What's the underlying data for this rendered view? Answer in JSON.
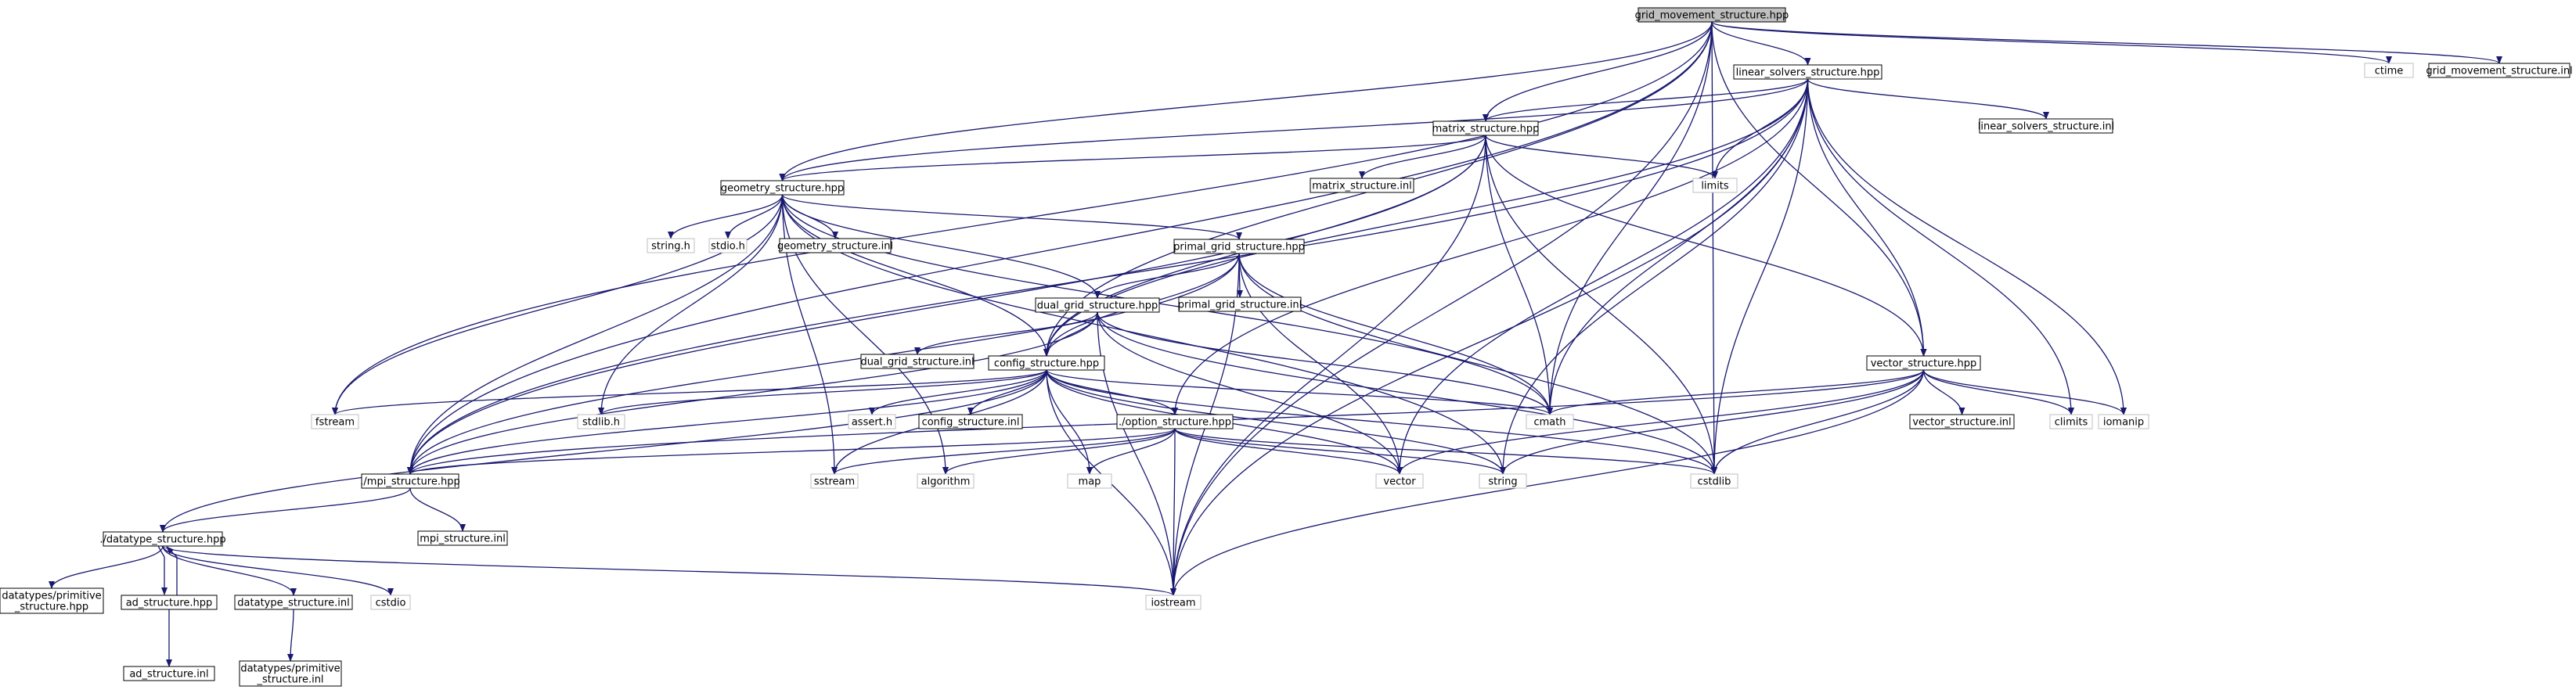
{
  "colors": {
    "edge": "#191970",
    "node_border": "#000000",
    "node_gray_border": "#bfbfbf",
    "root_fill": "#bfbfbf",
    "node_fill": "#ffffff",
    "text": "#000000"
  },
  "nodes": [
    {
      "id": "root",
      "lines": [
        "grid_movement_structure.hpp"
      ],
      "style": "root"
    },
    {
      "id": "ctime",
      "lines": [
        "ctime"
      ],
      "style": "gray"
    },
    {
      "id": "grid_inl",
      "lines": [
        "grid_movement_structure.inl"
      ],
      "style": "box"
    },
    {
      "id": "lin",
      "lines": [
        "linear_solvers_structure.hpp"
      ],
      "style": "box"
    },
    {
      "id": "lin_inl",
      "lines": [
        "linear_solvers_structure.inl"
      ],
      "style": "box"
    },
    {
      "id": "matrix",
      "lines": [
        "matrix_structure.hpp"
      ],
      "style": "box"
    },
    {
      "id": "matrix_inl",
      "lines": [
        "matrix_structure.inl"
      ],
      "style": "box"
    },
    {
      "id": "limits",
      "lines": [
        "limits"
      ],
      "style": "gray"
    },
    {
      "id": "geom",
      "lines": [
        "geometry_structure.hpp"
      ],
      "style": "box"
    },
    {
      "id": "stringh",
      "lines": [
        "string.h"
      ],
      "style": "gray"
    },
    {
      "id": "stdioh",
      "lines": [
        "stdio.h"
      ],
      "style": "gray"
    },
    {
      "id": "geom_inl",
      "lines": [
        "geometry_structure.inl"
      ],
      "style": "box"
    },
    {
      "id": "primal",
      "lines": [
        "primal_grid_structure.hpp"
      ],
      "style": "box"
    },
    {
      "id": "primal_inl",
      "lines": [
        "primal_grid_structure.inl"
      ],
      "style": "box"
    },
    {
      "id": "dual",
      "lines": [
        "dual_grid_structure.hpp"
      ],
      "style": "box"
    },
    {
      "id": "dual_inl",
      "lines": [
        "dual_grid_structure.inl"
      ],
      "style": "box"
    },
    {
      "id": "config",
      "lines": [
        "config_structure.hpp"
      ],
      "style": "box"
    },
    {
      "id": "vecs",
      "lines": [
        "vector_structure.hpp"
      ],
      "style": "box"
    },
    {
      "id": "vecs_inl",
      "lines": [
        "vector_structure.inl"
      ],
      "style": "box"
    },
    {
      "id": "climits",
      "lines": [
        "climits"
      ],
      "style": "gray"
    },
    {
      "id": "iomanip",
      "lines": [
        "iomanip"
      ],
      "style": "gray"
    },
    {
      "id": "fstream",
      "lines": [
        "fstream"
      ],
      "style": "gray"
    },
    {
      "id": "stdlibh",
      "lines": [
        "stdlib.h"
      ],
      "style": "gray"
    },
    {
      "id": "asserth",
      "lines": [
        "assert.h"
      ],
      "style": "gray"
    },
    {
      "id": "config_inl",
      "lines": [
        "config_structure.inl"
      ],
      "style": "box"
    },
    {
      "id": "cmath",
      "lines": [
        "cmath"
      ],
      "style": "gray"
    },
    {
      "id": "option",
      "lines": [
        "./option_structure.hpp"
      ],
      "style": "box"
    },
    {
      "id": "mpi",
      "lines": [
        "./mpi_structure.hpp"
      ],
      "style": "box"
    },
    {
      "id": "sstream",
      "lines": [
        "sstream"
      ],
      "style": "gray"
    },
    {
      "id": "algorithm",
      "lines": [
        "algorithm"
      ],
      "style": "gray"
    },
    {
      "id": "map",
      "lines": [
        "map"
      ],
      "style": "gray"
    },
    {
      "id": "vector",
      "lines": [
        "vector"
      ],
      "style": "gray"
    },
    {
      "id": "string",
      "lines": [
        "string"
      ],
      "style": "gray"
    },
    {
      "id": "cstdlib",
      "lines": [
        "cstdlib"
      ],
      "style": "gray"
    },
    {
      "id": "mpi_inl",
      "lines": [
        "mpi_structure.inl"
      ],
      "style": "box"
    },
    {
      "id": "dtype",
      "lines": [
        "./datatype_structure.hpp"
      ],
      "style": "box"
    },
    {
      "id": "prim_hpp",
      "lines": [
        "datatypes/primitive",
        "_structure.hpp"
      ],
      "style": "box"
    },
    {
      "id": "ad",
      "lines": [
        "ad_structure.hpp"
      ],
      "style": "box"
    },
    {
      "id": "dtype_inl",
      "lines": [
        "datatype_structure.inl"
      ],
      "style": "box"
    },
    {
      "id": "cstdio",
      "lines": [
        "cstdio"
      ],
      "style": "gray"
    },
    {
      "id": "iostream",
      "lines": [
        "iostream"
      ],
      "style": "gray"
    },
    {
      "id": "ad_inl",
      "lines": [
        "ad_structure.inl"
      ],
      "style": "box"
    },
    {
      "id": "prim_inl",
      "lines": [
        "datatypes/primitive",
        "_structure.inl"
      ],
      "style": "box"
    }
  ],
  "edges": [
    [
      "root",
      "ctime"
    ],
    [
      "root",
      "grid_inl"
    ],
    [
      "root",
      "lin"
    ],
    [
      "root",
      "matrix"
    ],
    [
      "root",
      "geom"
    ],
    [
      "root",
      "config"
    ],
    [
      "root",
      "vecs"
    ],
    [
      "root",
      "fstream"
    ],
    [
      "root",
      "mpi"
    ],
    [
      "root",
      "cmath"
    ],
    [
      "root",
      "cstdlib"
    ],
    [
      "root",
      "iostream"
    ],
    [
      "lin",
      "lin_inl"
    ],
    [
      "lin",
      "matrix"
    ],
    [
      "lin",
      "geom"
    ],
    [
      "lin",
      "config"
    ],
    [
      "lin",
      "vecs"
    ],
    [
      "lin",
      "mpi"
    ],
    [
      "lin",
      "limits"
    ],
    [
      "lin",
      "climits"
    ],
    [
      "lin",
      "iomanip"
    ],
    [
      "lin",
      "cmath"
    ],
    [
      "lin",
      "vector"
    ],
    [
      "lin",
      "string"
    ],
    [
      "lin",
      "cstdlib"
    ],
    [
      "lin",
      "iostream"
    ],
    [
      "lin",
      "option"
    ],
    [
      "matrix",
      "matrix_inl"
    ],
    [
      "matrix",
      "geom"
    ],
    [
      "matrix",
      "config"
    ],
    [
      "matrix",
      "vecs"
    ],
    [
      "matrix",
      "mpi"
    ],
    [
      "matrix",
      "limits"
    ],
    [
      "matrix",
      "cmath"
    ],
    [
      "matrix",
      "cstdlib"
    ],
    [
      "matrix",
      "iostream"
    ],
    [
      "geom",
      "stringh"
    ],
    [
      "geom",
      "stdioh"
    ],
    [
      "geom",
      "geom_inl"
    ],
    [
      "geom",
      "primal"
    ],
    [
      "geom",
      "dual"
    ],
    [
      "geom",
      "config"
    ],
    [
      "geom",
      "fstream"
    ],
    [
      "geom",
      "stdlibh"
    ],
    [
      "geom",
      "mpi"
    ],
    [
      "geom",
      "sstream"
    ],
    [
      "geom",
      "algorithm"
    ],
    [
      "geom",
      "cmath"
    ],
    [
      "geom",
      "string"
    ],
    [
      "primal",
      "primal_inl"
    ],
    [
      "primal",
      "dual"
    ],
    [
      "primal",
      "config"
    ],
    [
      "primal",
      "mpi"
    ],
    [
      "primal",
      "vector"
    ],
    [
      "primal",
      "cmath"
    ],
    [
      "primal",
      "cstdlib"
    ],
    [
      "primal",
      "iostream"
    ],
    [
      "dual",
      "dual_inl"
    ],
    [
      "dual",
      "config"
    ],
    [
      "dual",
      "mpi"
    ],
    [
      "dual",
      "vector"
    ],
    [
      "dual",
      "cmath"
    ],
    [
      "dual",
      "cstdlib"
    ],
    [
      "dual",
      "iostream"
    ],
    [
      "config",
      "fstream"
    ],
    [
      "config",
      "stdlibh"
    ],
    [
      "config",
      "asserth"
    ],
    [
      "config",
      "config_inl"
    ],
    [
      "config",
      "option"
    ],
    [
      "config",
      "mpi"
    ],
    [
      "config",
      "sstream"
    ],
    [
      "config",
      "map"
    ],
    [
      "config",
      "vector"
    ],
    [
      "config",
      "string"
    ],
    [
      "config",
      "cmath"
    ],
    [
      "config",
      "cstdlib"
    ],
    [
      "config",
      "iostream"
    ],
    [
      "config",
      "dtype"
    ],
    [
      "vecs",
      "vecs_inl"
    ],
    [
      "vecs",
      "climits"
    ],
    [
      "vecs",
      "iomanip"
    ],
    [
      "vecs",
      "cmath"
    ],
    [
      "vecs",
      "vector"
    ],
    [
      "vecs",
      "string"
    ],
    [
      "vecs",
      "cstdlib"
    ],
    [
      "vecs",
      "mpi"
    ],
    [
      "vecs",
      "iostream"
    ],
    [
      "option",
      "mpi"
    ],
    [
      "option",
      "sstream"
    ],
    [
      "option",
      "algorithm"
    ],
    [
      "option",
      "map"
    ],
    [
      "option",
      "vector"
    ],
    [
      "option",
      "string"
    ],
    [
      "option",
      "cstdlib"
    ],
    [
      "option",
      "iostream"
    ],
    [
      "mpi",
      "mpi_inl"
    ],
    [
      "mpi",
      "dtype"
    ],
    [
      "dtype",
      "prim_hpp"
    ],
    [
      "dtype",
      "ad"
    ],
    [
      "dtype",
      "dtype_inl"
    ],
    [
      "dtype",
      "cstdio"
    ],
    [
      "dtype",
      "iostream"
    ],
    [
      "ad",
      "ad_inl"
    ],
    [
      "ad",
      "dtype"
    ],
    [
      "dtype_inl",
      "prim_inl"
    ]
  ]
}
